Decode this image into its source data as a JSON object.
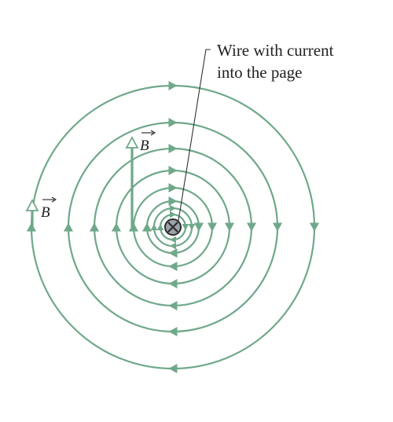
{
  "diagram": {
    "title": "",
    "wire_label_line1": "Wire with current",
    "wire_label_line2": "into the page",
    "field_symbol": "B",
    "current_direction": "into the page",
    "wire_symbol": "cross-in-circle-icon",
    "field_direction": "clockwise",
    "circle_count": 7,
    "colors": {
      "field_line": "#6fa88a",
      "vector_arrow": "#6fa88a",
      "leader_line": "#333333",
      "wire_symbol": "#2b2b2b",
      "text": "#222222"
    }
  }
}
